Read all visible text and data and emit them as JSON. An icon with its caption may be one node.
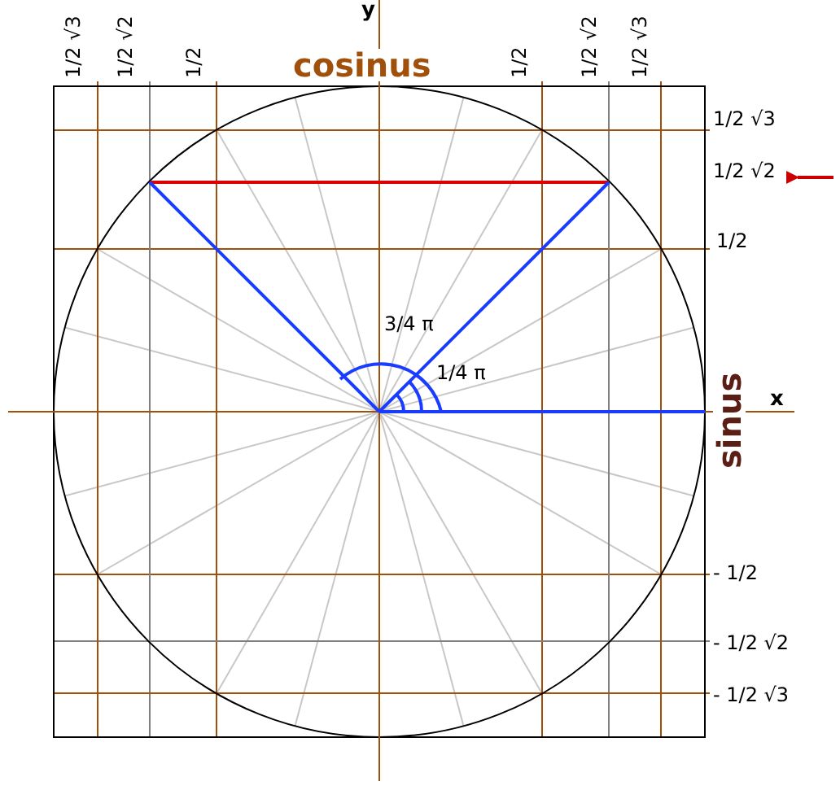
{
  "diagram": {
    "labels": [
      "y",
      "1/2 √3",
      "1/2 √2",
      "1/2",
      "cosinus",
      "1/2",
      "1/2 √2",
      "1/2 √3",
      "1/2 √3",
      "1/2 √2",
      "1/2",
      "3/4 π",
      "1/4 π",
      "sinus",
      "x",
      "- 1/2",
      "- 1/2 √2",
      "- 1/2 √3"
    ]
  }
}
